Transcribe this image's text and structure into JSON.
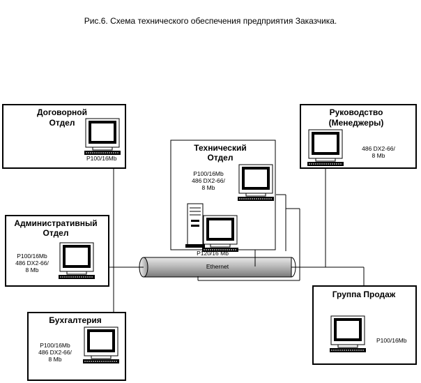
{
  "caption": "Рис.6. Схема технического обеспечения предприятия Заказчика.",
  "departments": {
    "contract": {
      "title_lines": [
        "Договорной",
        "Отдел"
      ],
      "specs": [
        "P100/16Mb"
      ]
    },
    "management": {
      "title_lines": [
        "Руководство",
        "(Менеджеры)"
      ],
      "specs": [
        "486 DX2-66/",
        "8 Mb"
      ]
    },
    "technical": {
      "title_lines": [
        "Технический",
        "Отдел"
      ],
      "specs": [
        "P100/16Mb",
        "486 DX2-66/",
        "8 Mb"
      ],
      "server_spec": "P120/16 Mb"
    },
    "admin": {
      "title_lines": [
        "Административный",
        "Отдел"
      ],
      "specs": [
        "P100/16Mb",
        "486 DX2-66/",
        "8 Mb"
      ]
    },
    "accounting": {
      "title_lines": [
        "Бухгалтерия"
      ],
      "specs": [
        "P100/16Mb",
        "486 DX2-66/",
        "8 Mb"
      ]
    },
    "sales": {
      "title_lines": [
        "Группа Продаж"
      ],
      "specs": [
        "P100/16Mb"
      ]
    }
  },
  "network": {
    "label": "Ethernet"
  },
  "icons": [
    "monitor-icon",
    "server-tower-icon",
    "ethernet-cable-icon"
  ]
}
